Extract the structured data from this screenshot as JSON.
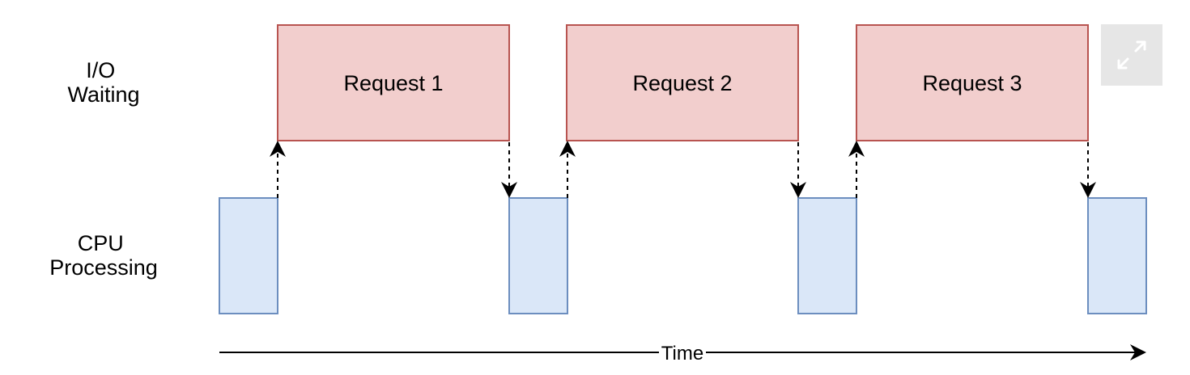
{
  "lanes": {
    "io": {
      "line1": "I/O",
      "line2": "Waiting"
    },
    "cpu": {
      "line1": "CPU",
      "line2": "Processing"
    }
  },
  "requests": [
    {
      "label": "Request 1"
    },
    {
      "label": "Request 2"
    },
    {
      "label": "Request 3"
    }
  ],
  "time_axis": {
    "label": "Time"
  },
  "colors": {
    "io_fill": "#f2cecd",
    "io_stroke": "#b85450",
    "cpu_fill": "#dae7f8",
    "cpu_stroke": "#6c8ebf",
    "arrow": "#000000"
  },
  "icons": {
    "expand": "expand-icon"
  }
}
